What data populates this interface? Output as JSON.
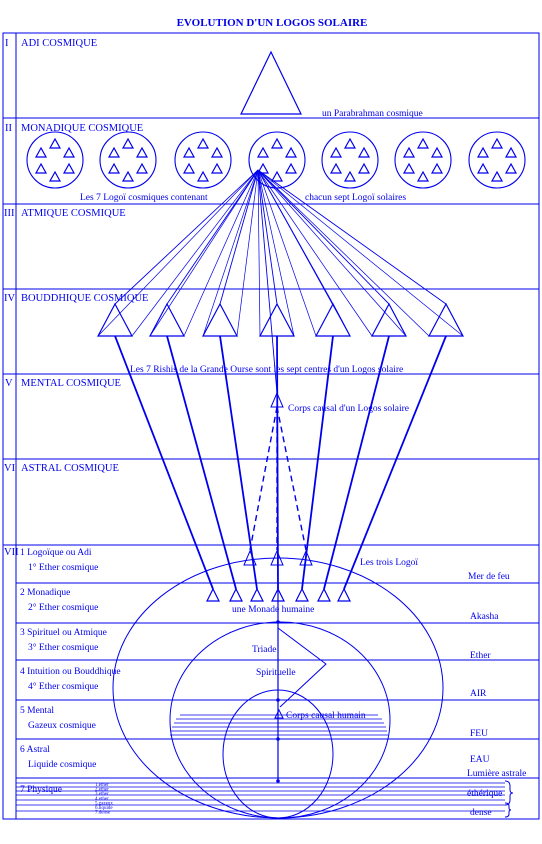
{
  "title": "EVOLUTION D'UN LOGOS SOLAIRE",
  "colors": {
    "line": "#0000ee",
    "background": "#ffffff"
  },
  "cosmic_planes": [
    {
      "numeral": "I",
      "name": "ADI COSMIQUE"
    },
    {
      "numeral": "II",
      "name": "MONADIQUE COSMIQUE"
    },
    {
      "numeral": "III",
      "name": "ATMIQUE COSMIQUE"
    },
    {
      "numeral": "IV",
      "name": "BOUDDHIQUE COSMIQUE"
    },
    {
      "numeral": "V",
      "name": "MENTAL COSMIQUE"
    },
    {
      "numeral": "VI",
      "name": "ASTRAL COSMIQUE"
    },
    {
      "numeral": "VII",
      "name": ""
    }
  ],
  "annotations": {
    "parabrahman": "un Parabrahman cosmique",
    "logoi_left": "Les 7 Logoï cosmiques contenant",
    "logoi_right": "chacun sept Logoï solaires",
    "rishis": "Les 7 Rishis de la Grande Ourse sont les sept centres d'un Logos solaire",
    "causal_solar": "Corps causal d'un Logos solaire",
    "trois_logoi": "Les trois Logoï",
    "monade": "une Monade humaine",
    "triade": "Triade",
    "spirituelle": "Spirituelle",
    "causal_human": "Corps causal humain"
  },
  "solar_planes": [
    {
      "name": "1 Logoïque ou Adi",
      "sub": "1° Ether cosmique",
      "right": "Mer de feu"
    },
    {
      "name": "2 Monadique",
      "sub": "2° Ether cosmique",
      "right": "Akasha"
    },
    {
      "name": "3 Spirituel ou Atmique",
      "sub": "3° Ether cosmique",
      "right": "Ether"
    },
    {
      "name": "4 Intuition ou Bouddhique",
      "sub": "4° Ether cosmique",
      "right": "AIR"
    },
    {
      "name": "5 Mental",
      "sub": "Gazeux cosmique",
      "right": "FEU"
    },
    {
      "name": "6 Astral",
      "sub": "Liquide cosmique",
      "right": "EAU"
    },
    {
      "name": "7 Physique",
      "sub": "",
      "right": ""
    }
  ],
  "astral_light": "Lumière astrale",
  "physical_subplanes": {
    "etheric": "éthérique",
    "dense": "dense",
    "tiny_labels": [
      "1.ether",
      "2.ether",
      "3.ether",
      "4.ether",
      "5.gazeux",
      "6.liquide",
      "7.dense"
    ]
  }
}
